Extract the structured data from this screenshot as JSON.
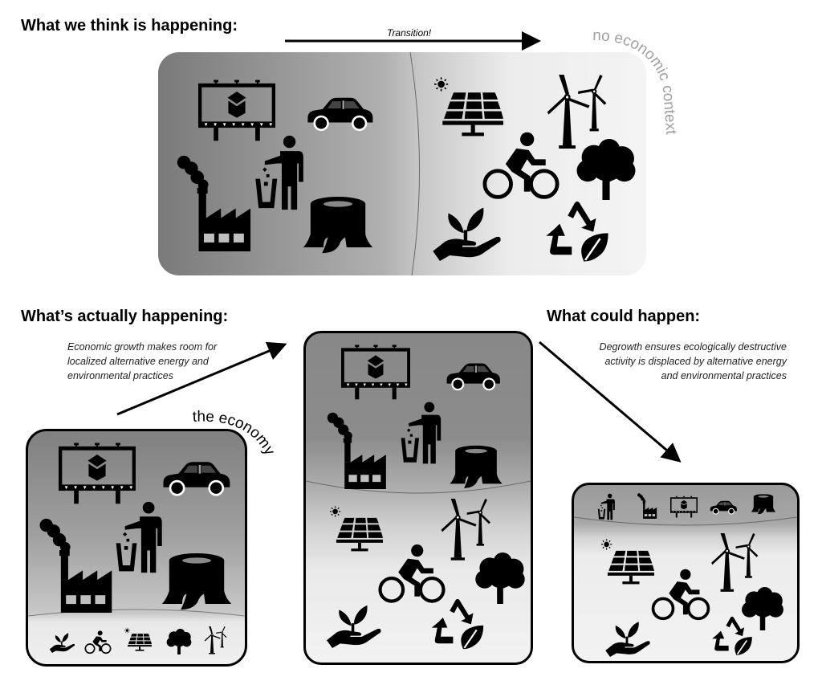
{
  "headings": {
    "think": "What we think is happening:",
    "actual": "What’s actually happening:",
    "could": "What could happen:"
  },
  "labels": {
    "transition": "Transition!",
    "no_economic_context": "no economic context",
    "the_economy": "the economy"
  },
  "captions": {
    "growth": [
      "Economic growth makes room for",
      "localized alternative energy and",
      "environmental practices"
    ],
    "degrowth": [
      "Degrowth ensures ecologically destructive",
      "activity is displaced by alternative energy",
      "and environmental practices"
    ]
  },
  "icon_sets": {
    "destructive": [
      "billboard-icon",
      "car-icon",
      "littering-person-icon",
      "factory-icon",
      "tree-stump-icon"
    ],
    "alternative": [
      "solar-panel-icon",
      "wind-turbines-icon",
      "cyclist-icon",
      "tree-icon",
      "plant-in-hand-icon",
      "recycle-leaf-icon"
    ]
  },
  "colors": {
    "dark_gray": "#7a7a7a",
    "mid_gray": "#a8a8a8",
    "light_gray": "#f0f0f0",
    "label_gray": "#a0a0a0"
  }
}
